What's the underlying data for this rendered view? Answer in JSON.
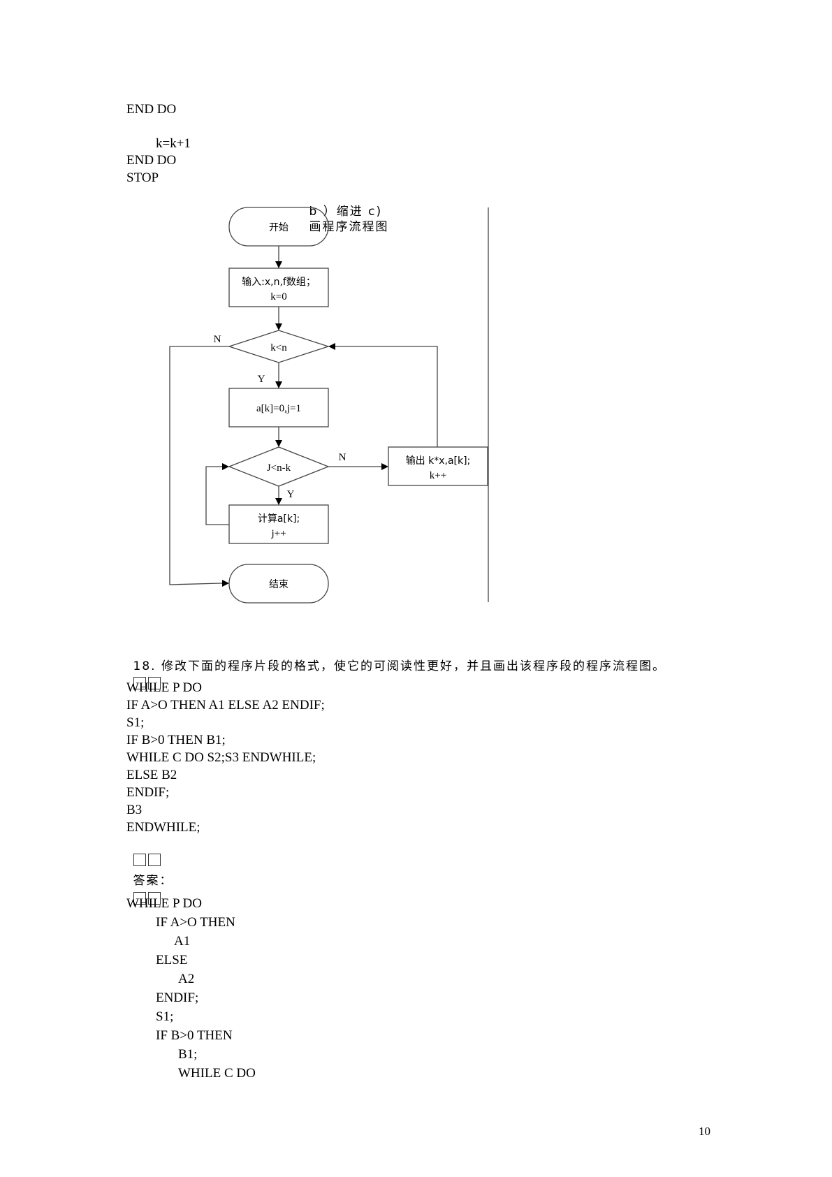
{
  "code_top": [
    "END DO",
    "k=k+1",
    "END DO",
    "STOP"
  ],
  "caption": {
    "prefix": "b ）缩进 c)",
    "suffix": "画程序流程图"
  },
  "flowchart": {
    "start": "开始",
    "input_line1": "输入:x,n,f数组；",
    "input_line2": "k=0",
    "decision1": "k<n",
    "init": "a[k]=0,j=1",
    "decision2": "J<n-k",
    "compute_line1": "计算a[k];",
    "compute_line2": "j++",
    "output_line1": "输出 k*x,a[k];",
    "output_line2": "k++",
    "end": "结束",
    "label_n1": "N",
    "label_y1": "Y",
    "label_n2": "N",
    "label_y2": "Y"
  },
  "question": "18. 修改下面的程序片段的格式，使它的可阅读性更好，并且画出该程序段的程序流程图。",
  "original_code": [
    "WHILE P DO",
    "IF A>O THEN A1 ELSE A2 ENDIF;",
    "S1;",
    "IF B>0 THEN B1;",
    "WHILE C DO S2;S3 ENDWHILE;",
    "ELSE B2",
    "ENDIF;",
    "B3",
    "ENDWHILE;"
  ],
  "answer_label": "答案：",
  "answer_code": [
    "WHILE P DO",
    "IF A>O THEN",
    "A1",
    "ELSE",
    "A2",
    "ENDIF;",
    "S1;",
    "IF B>0 THEN",
    "B1;",
    "WHILE C DO"
  ],
  "page_number": "10"
}
